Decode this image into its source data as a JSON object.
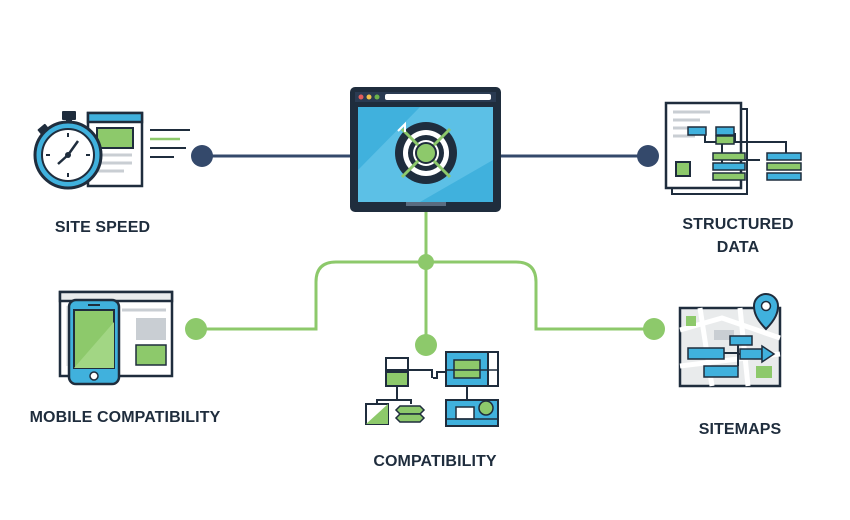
{
  "labels": {
    "site_speed": "SITE SPEED",
    "structured_data_line1": "STRUCTURED",
    "structured_data_line2": "DATA",
    "mobile_compatibility": "MOBILE COMPATIBILITY",
    "compatibility": "COMPATIBILITY",
    "sitemaps": "SITEMAPS"
  },
  "colors": {
    "navy": "#1f2d3d",
    "navy_connector": "#34496b",
    "green": "#8dc96b",
    "green_dark": "#6cb24a",
    "blue": "#40b1dd",
    "blue_light": "#8fd3ef",
    "gray_light": "#e9ebec",
    "gray_mid": "#c9ced3"
  },
  "icons": {
    "center": "browser-window-target-icon",
    "site_speed": "stopwatch-webpage-icon",
    "structured_data": "document-hierarchy-icon",
    "mobile": "smartphone-webpage-icon",
    "compatibility": "flowchart-blocks-icon",
    "sitemaps": "map-route-pin-icon"
  }
}
